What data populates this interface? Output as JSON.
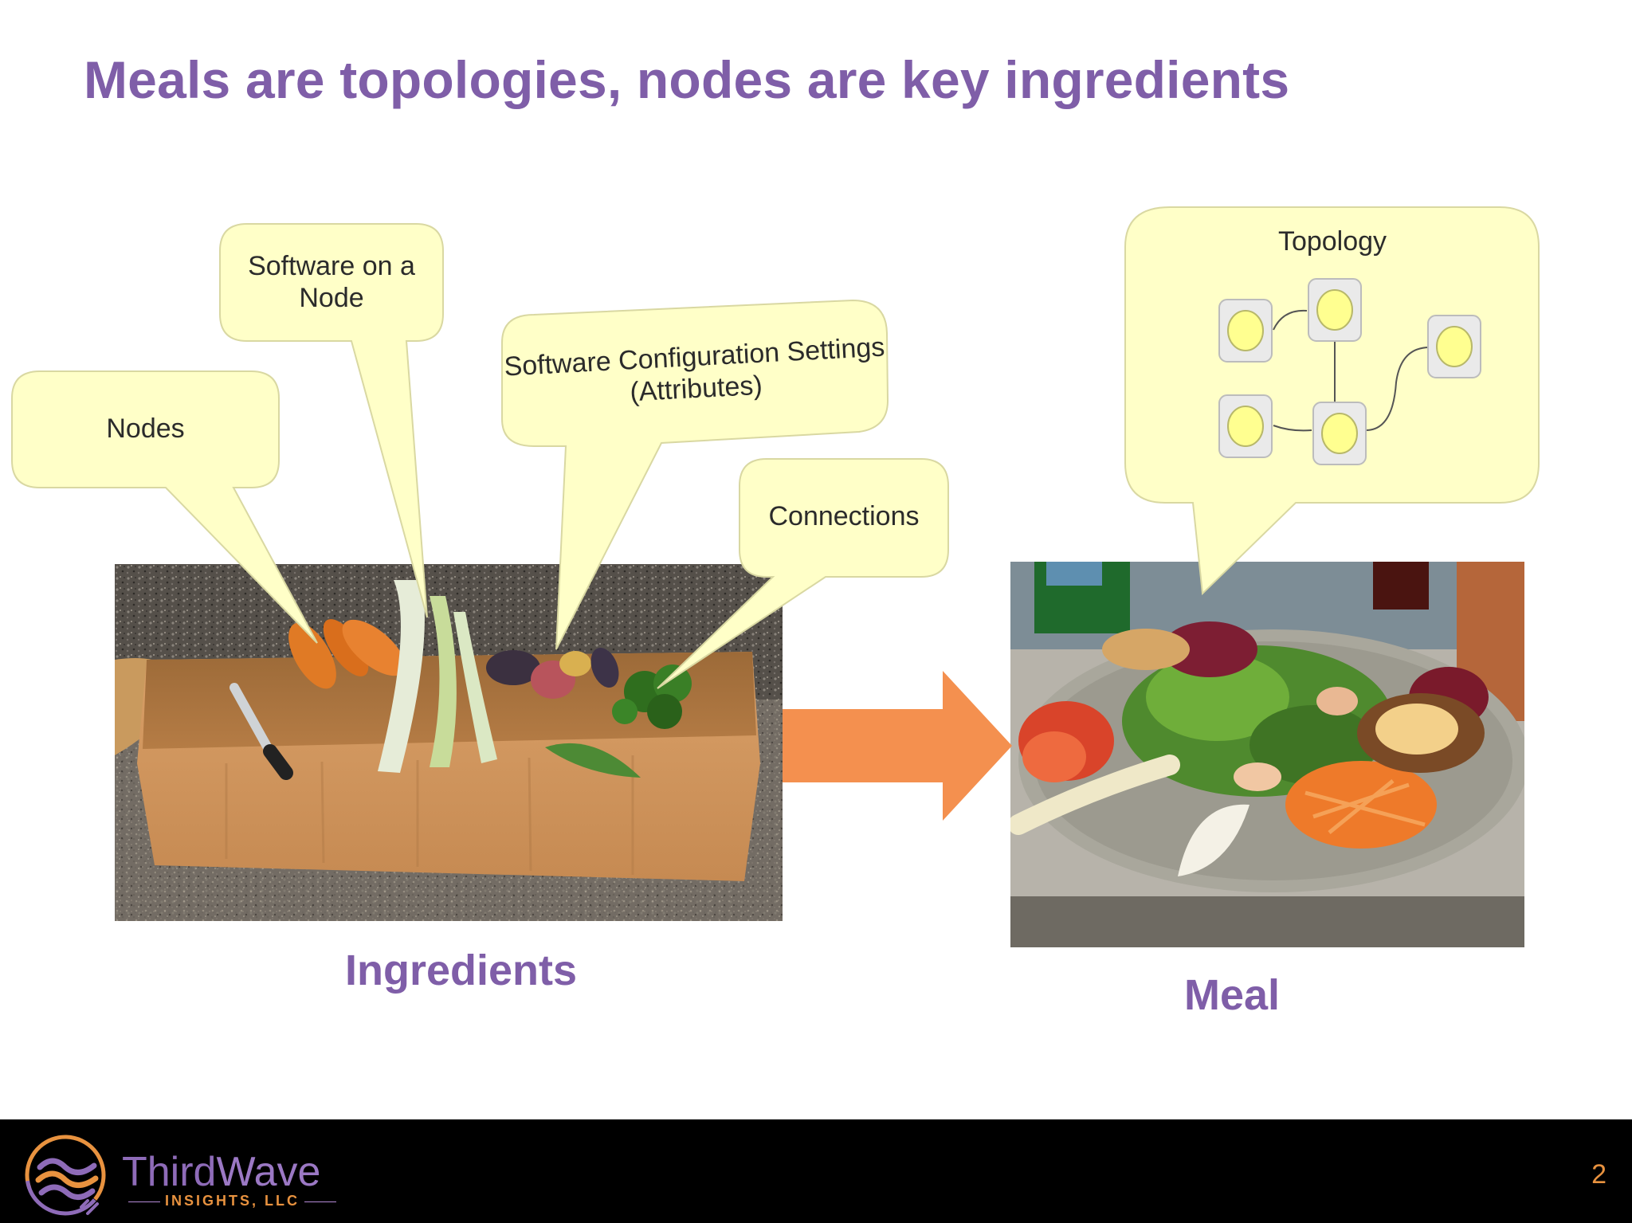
{
  "slide": {
    "title": "Meals are topologies, nodes are key ingredients",
    "page_number": "2"
  },
  "callouts": {
    "nodes": "Nodes",
    "software": "Software on a Node",
    "config": "Software Configuration Settings (Attributes)",
    "connections": "Connections",
    "topology": "Topology"
  },
  "captions": {
    "ingredients": "Ingredients",
    "meal": "Meal"
  },
  "footer": {
    "brand_part1": "Third",
    "brand_part2": "Wave",
    "brand_sub": "INSIGHTS, LLC"
  },
  "colors": {
    "accent": "#7f5ea8",
    "arrow": "#f4904f",
    "callout_fill": "#ffffc8",
    "footer_bg": "#000000",
    "page_number": "#e8923f"
  },
  "icons": [
    "thirdwave-logo-icon",
    "right-arrow-icon"
  ]
}
